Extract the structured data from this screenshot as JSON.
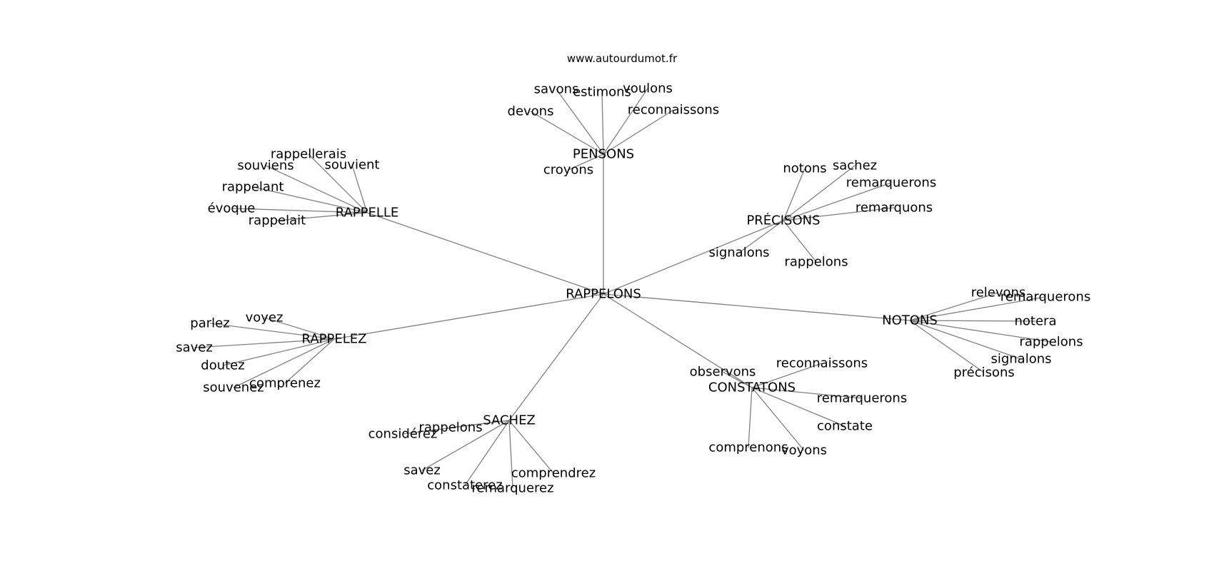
{
  "site": "www.autourdumot.fr",
  "graph": {
    "center": "RAPPELONS",
    "groups": [
      {
        "hub": "PENSONS",
        "words": [
          "savons",
          "estimons",
          "voulons",
          "devons",
          "reconnaissons",
          "croyons"
        ]
      },
      {
        "hub": "RAPPELLE",
        "words": [
          "rappellerais",
          "souviens",
          "souvient",
          "rappelant",
          "évoque",
          "rappelait"
        ]
      },
      {
        "hub": "PRÉCISONS",
        "words": [
          "notons",
          "sachez",
          "remarquerons",
          "remarquons",
          "signalons",
          "rappelons"
        ]
      },
      {
        "hub": "NOTONS",
        "words": [
          "relevons",
          "remarquerons",
          "notera",
          "rappelons",
          "signalons",
          "précisons"
        ]
      },
      {
        "hub": "RAPPELEZ",
        "words": [
          "voyez",
          "parlez",
          "savez",
          "doutez",
          "souvenez",
          "comprenez"
        ]
      },
      {
        "hub": "CONSTATONS",
        "words": [
          "observons",
          "reconnaissons",
          "remarquerons",
          "constate",
          "comprenons",
          "voyons"
        ]
      },
      {
        "hub": "SACHEZ",
        "words": [
          "rappelons",
          "considérez",
          "savez",
          "constaterez",
          "remarquerez",
          "comprendrez"
        ]
      }
    ]
  }
}
